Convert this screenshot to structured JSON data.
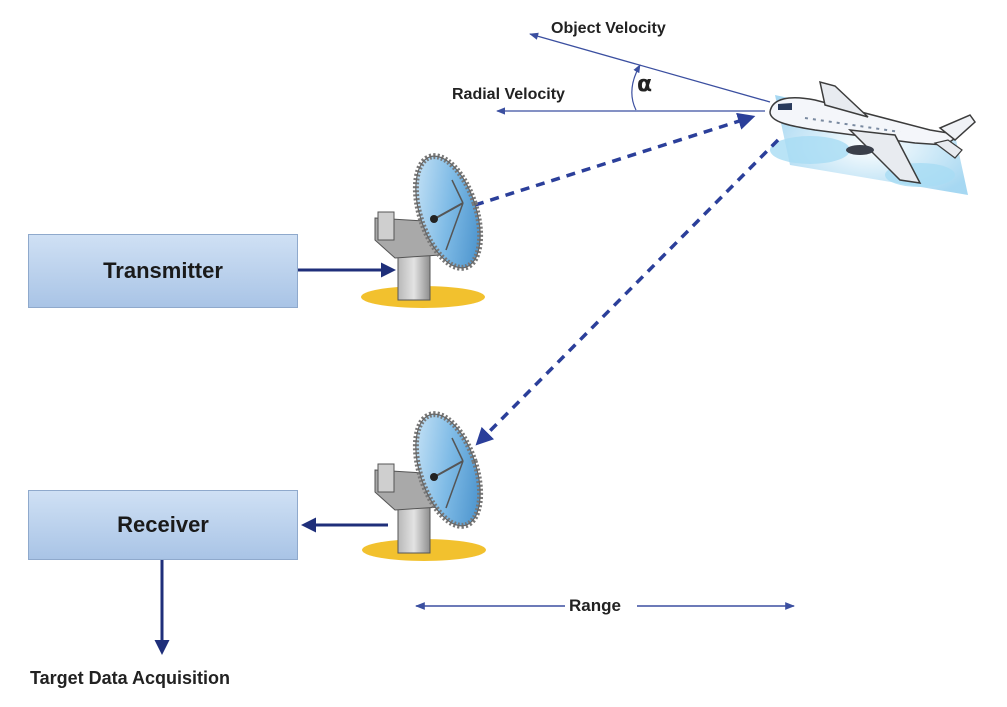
{
  "labels": {
    "object_velocity": "Object Velocity",
    "radial_velocity": "Radial Velocity",
    "angle": "α",
    "transmitter": "Transmitter",
    "receiver": "Receiver",
    "range": "Range",
    "target_data_acquisition": "Target Data Acquisition"
  },
  "colors": {
    "arrow_navy": "#1f2f7a",
    "beam_dash": "#2b3f9a",
    "box_top": "#cfe0f4",
    "box_bottom": "#a9c4e6",
    "dish_blue": "#5aa3da",
    "base_yellow": "#f2c12e"
  }
}
